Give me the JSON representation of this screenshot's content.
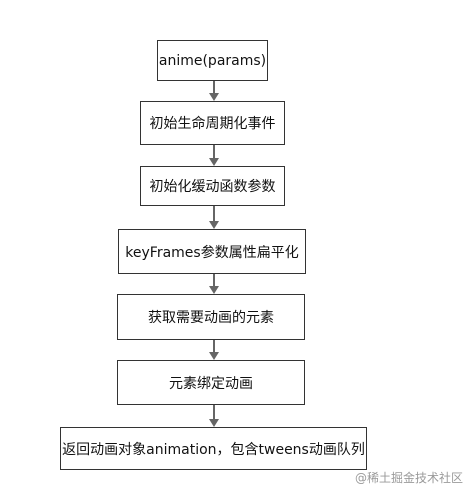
{
  "flowchart": {
    "steps": [
      "anime(params)",
      "初始生命周期化事件",
      "初始化缓动函数参数",
      "keyFrames参数属性扁平化",
      "获取需要动画的元素",
      "元素绑定动画",
      "返回动画对象animation，包含tweens动画队列"
    ]
  },
  "watermark": "@稀土掘金技术社区",
  "colors": {
    "border": "#333333",
    "arrow": "#666666",
    "background": "#ffffff"
  }
}
